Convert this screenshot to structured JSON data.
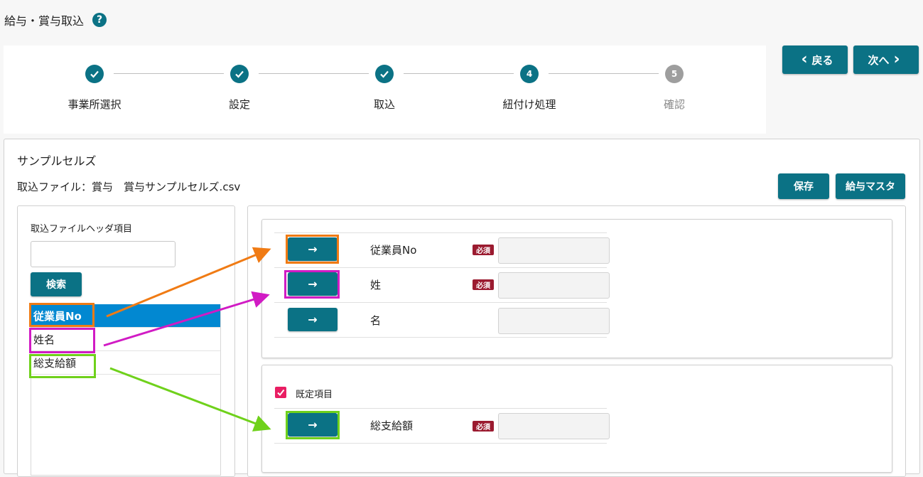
{
  "page": {
    "title": "給与・賞与取込",
    "help_icon": "question-circle-icon"
  },
  "stepper": {
    "steps": [
      {
        "label": "事業所選択",
        "state": "done"
      },
      {
        "label": "設定",
        "state": "done"
      },
      {
        "label": "取込",
        "state": "done"
      },
      {
        "label": "紐付け処理",
        "state": "current",
        "number": "4"
      },
      {
        "label": "確認",
        "state": "pending",
        "number": "5"
      }
    ]
  },
  "nav": {
    "back_label": "戻る",
    "next_label": "次へ"
  },
  "main": {
    "company_name": "サンプルセルズ",
    "file_label": "取込ファイル：賞与　賞与サンプルセルズ.csv",
    "save_label": "保存",
    "master_label": "給与マスタ"
  },
  "left": {
    "header_label": "取込ファイルヘッダ項目",
    "search_value": "",
    "search_button": "検索",
    "items": [
      "従業員No",
      "姓名",
      "総支給額"
    ],
    "selected_index": 0
  },
  "mapping": {
    "arrow": "→",
    "required_label": "必須",
    "card1_rows": [
      {
        "label": "従業員No",
        "required": true,
        "value": ""
      },
      {
        "label": "姓",
        "required": true,
        "value": ""
      },
      {
        "label": "名",
        "required": false,
        "value": ""
      }
    ],
    "default_section": {
      "checkbox_label": "既定項目",
      "checked": true,
      "rows": [
        {
          "label": "総支給額",
          "required": true,
          "value": ""
        }
      ]
    }
  },
  "colors": {
    "primary": "#0b7285",
    "selected_row": "#0288d1",
    "required_badge": "#9b1b30",
    "annotation_orange": "#f07b14",
    "annotation_magenta": "#d11bc4",
    "annotation_green": "#6fd11b"
  }
}
